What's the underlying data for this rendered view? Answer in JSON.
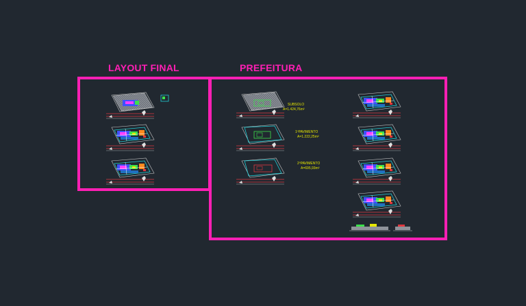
{
  "colors": {
    "background": "#212830",
    "frame": "#ff1fb4",
    "annotation": "#e6e600",
    "site_boundary": "#c8c8c8",
    "street_line": "#e0383f",
    "building_outline": "#21d0d8",
    "plan_green": "#3ce04c",
    "plan_blue": "#4050ff",
    "plan_magenta": "#ff40ff"
  },
  "sections": {
    "layout_final": {
      "title": "LAYOUT FINAL"
    },
    "prefeitura": {
      "title": "PREFEITURA"
    }
  },
  "annotations": {
    "subsolo": {
      "name": "SUBSOLO",
      "area": "A=1.424,76m²"
    },
    "pavimento1": {
      "name": "1ºPAVIMENTO",
      "area": "A=1.222,25m²"
    },
    "pavimento2": {
      "name": "2ºPAVIMENTO",
      "area": "A=695,93m²"
    }
  },
  "icons": {
    "drawing": "site-plan-drawing-icon",
    "small_block": "small-block-icon"
  }
}
